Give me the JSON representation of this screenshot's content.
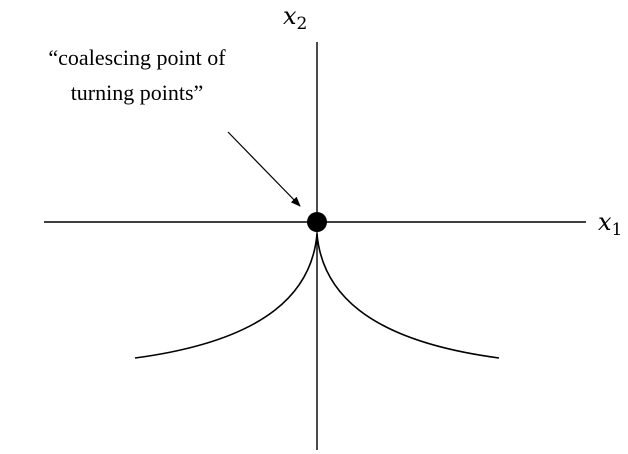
{
  "diagram": {
    "x_axis_label": "x",
    "x_axis_subscript": "1",
    "y_axis_label": "x",
    "y_axis_subscript": "2",
    "annotation_line1": "“coalescing point of",
    "annotation_line2": "turning points”",
    "colors": {
      "ink": "#000000",
      "background": "#ffffff"
    }
  }
}
